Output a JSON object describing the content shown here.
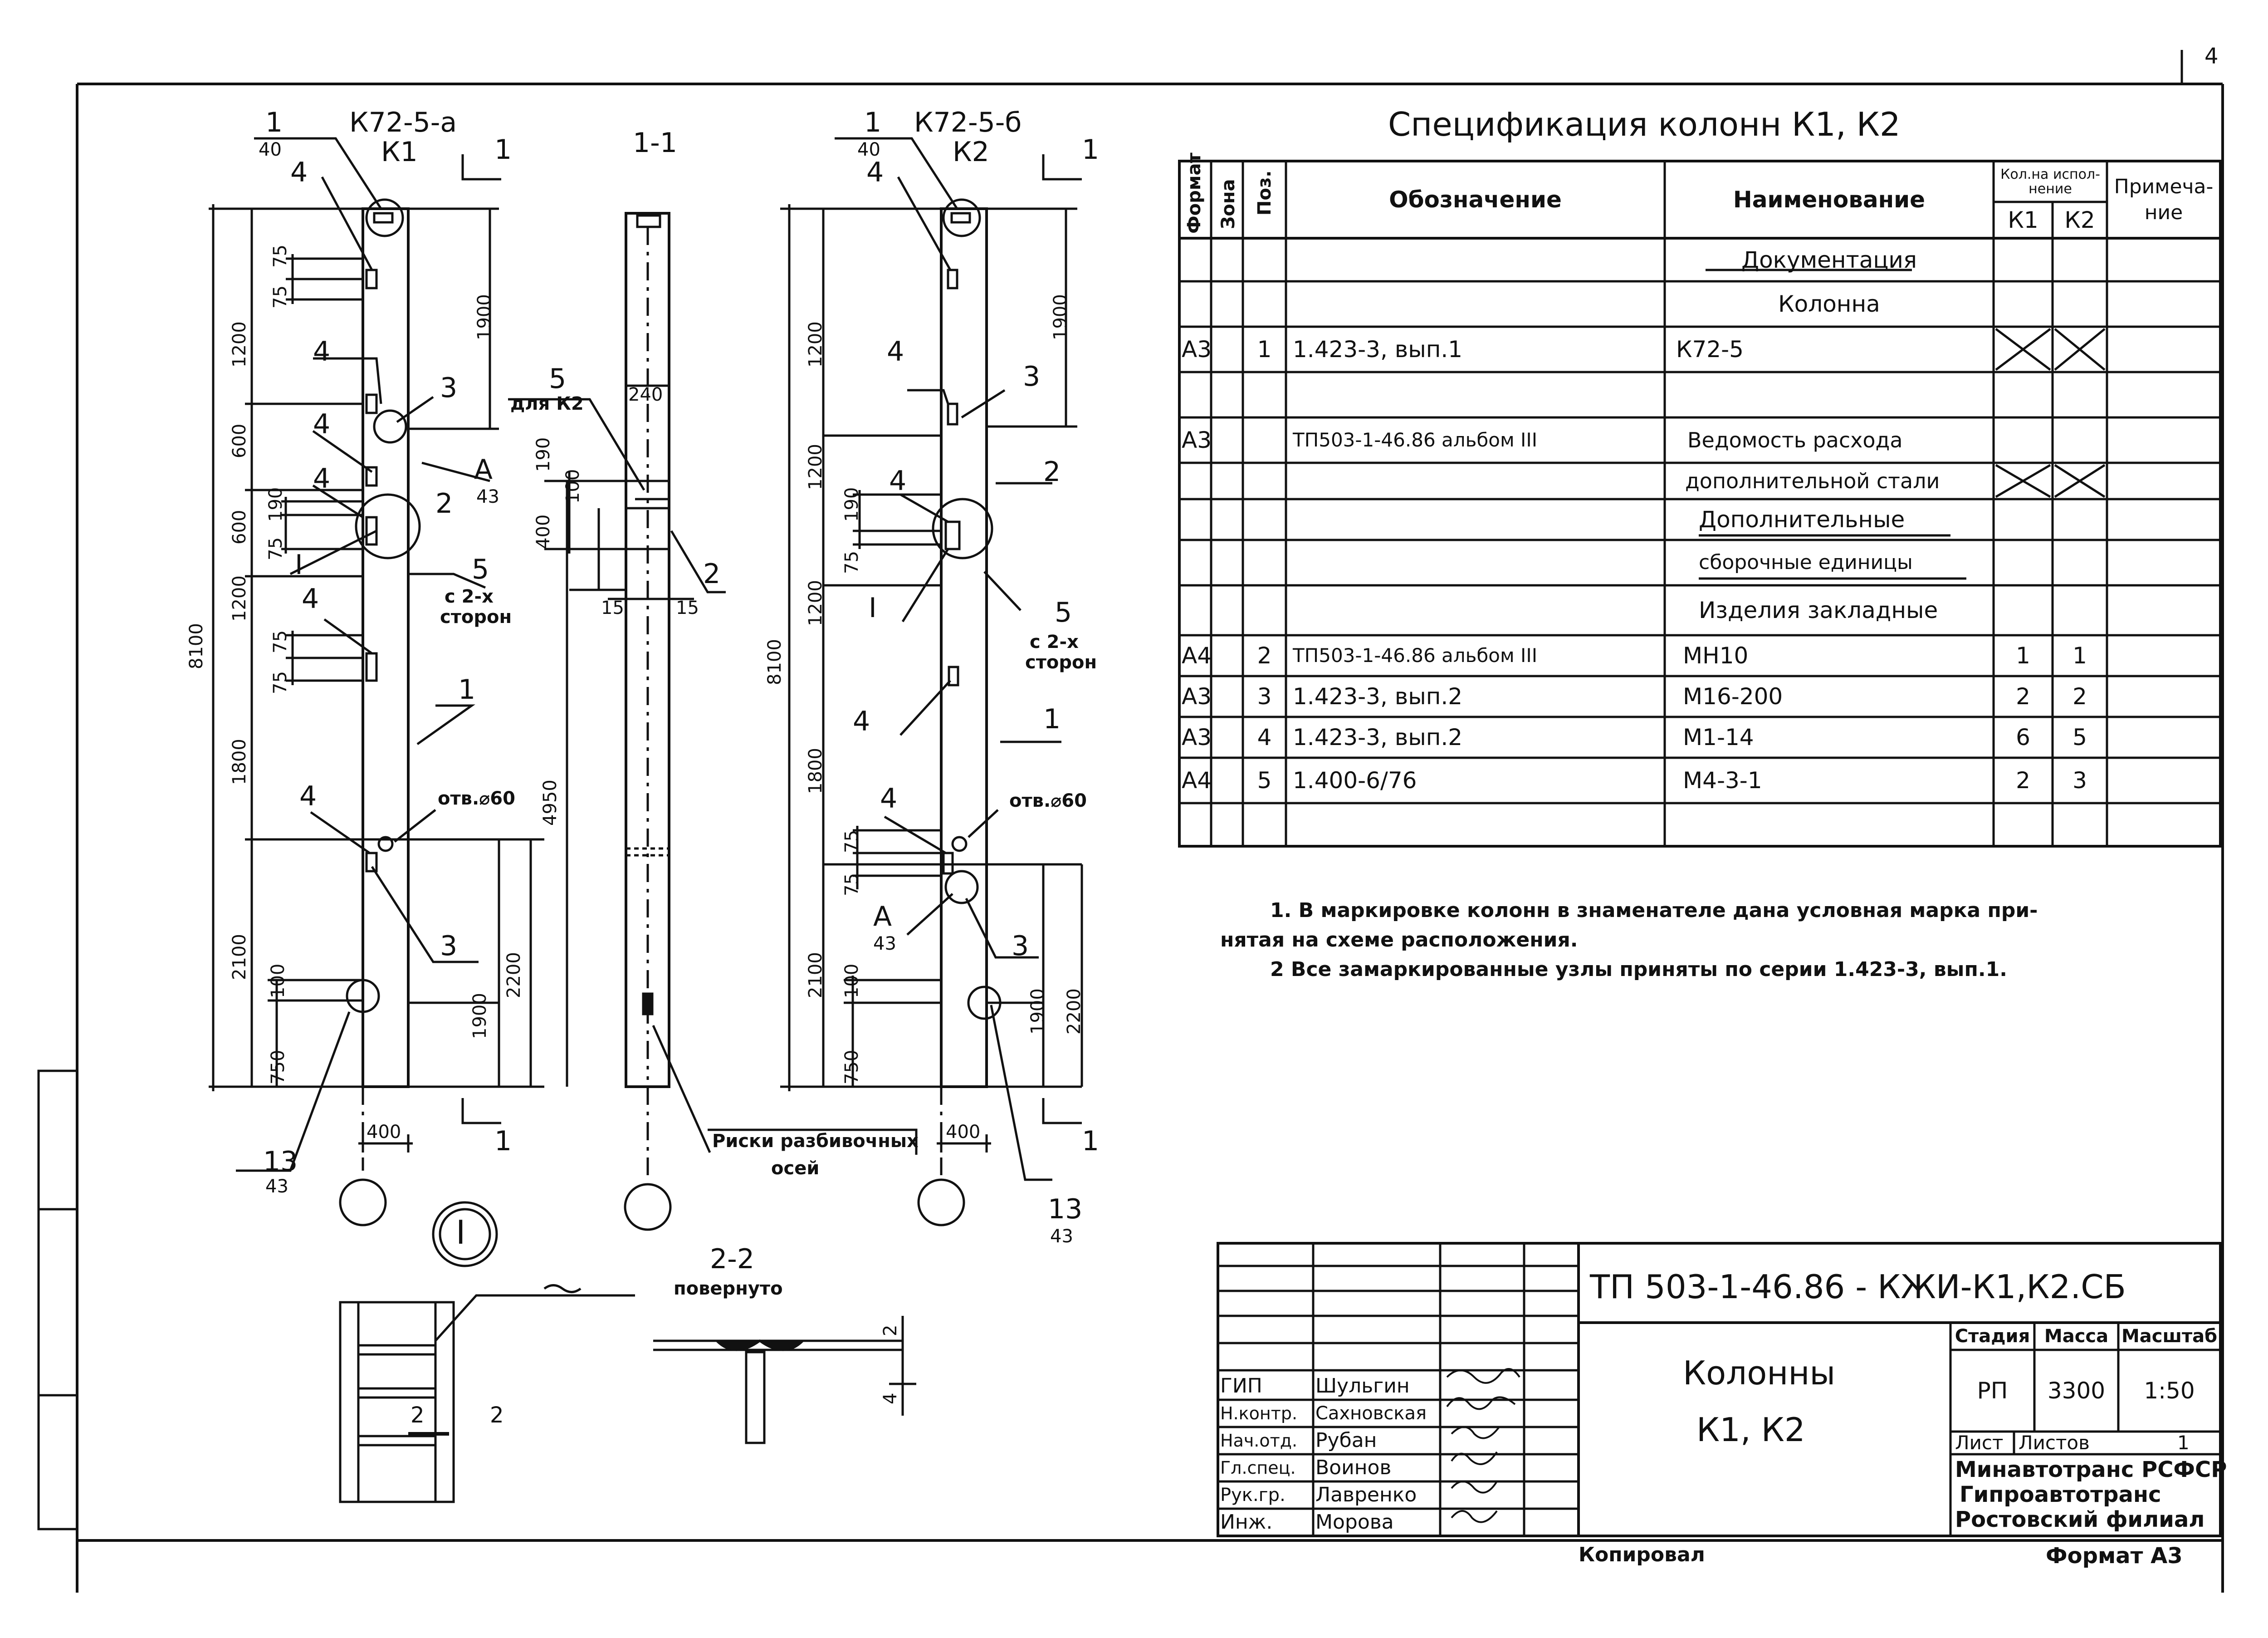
{
  "page_number": "4",
  "spec": {
    "title": "Спецификация колонн К1, К2",
    "header": {
      "format": "Формат",
      "zone": "Зона",
      "pos": "Поз.",
      "designation": "Обозначение",
      "name": "Наименование",
      "qty": "Кол.на испол- нение",
      "k1": "К1",
      "k2": "К2",
      "note": "Примеча- ние"
    },
    "rows": [
      {
        "format": "",
        "pos": "",
        "designation": "",
        "name": "Документация",
        "k1": "",
        "k2": ""
      },
      {
        "format": "",
        "pos": "",
        "designation": "",
        "name": "Колонна",
        "k1": "",
        "k2": ""
      },
      {
        "format": "А3",
        "pos": "1",
        "designation": "1.423-3, вып.1",
        "name": "К72-5",
        "k1": "",
        "k2": ""
      },
      {
        "format": "",
        "pos": "",
        "designation": "",
        "name": "",
        "k1": "",
        "k2": ""
      },
      {
        "format": "А3",
        "pos": "",
        "designation": "ТП503-1-46.86 альбом III",
        "name": "Ведомость расхода",
        "k1": "",
        "k2": ""
      },
      {
        "format": "",
        "pos": "",
        "designation": "",
        "name": "дополнительной стали",
        "k1": "",
        "k2": ""
      },
      {
        "format": "",
        "pos": "",
        "designation": "",
        "name": "Дополнительные",
        "k1": "",
        "k2": ""
      },
      {
        "format": "",
        "pos": "",
        "designation": "",
        "name": "сборочные единицы",
        "k1": "",
        "k2": ""
      },
      {
        "format": "",
        "pos": "",
        "designation": "",
        "name": "Изделия закладные",
        "k1": "",
        "k2": ""
      },
      {
        "format": "А4",
        "pos": "2",
        "designation": "ТП503-1-46.86 альбом III",
        "name": "МН10",
        "k1": "1",
        "k2": "1"
      },
      {
        "format": "А3",
        "pos": "3",
        "designation": "1.423-3, вып.2",
        "name": "М16-200",
        "k1": "2",
        "k2": "2"
      },
      {
        "format": "А3",
        "pos": "4",
        "designation": "1.423-3, вып.2",
        "name": "М1-14",
        "k1": "6",
        "k2": "5"
      },
      {
        "format": "А4",
        "pos": "5",
        "designation": "1.400-6/76",
        "name": "М4-3-1",
        "k1": "2",
        "k2": "3"
      },
      {
        "format": "",
        "pos": "",
        "designation": "",
        "name": "",
        "k1": "",
        "k2": ""
      }
    ]
  },
  "notes": [
    "1. В маркировке колонн в знаменателе дана условная марка при-",
    "нятая на схеме расположения.",
    "2 Все замаркированные узлы приняты по серии 1.423-3, вып.1."
  ],
  "drawing": {
    "k1": {
      "mark": "К72-5-а",
      "sub": "К1",
      "pos1": "1",
      "pos1_sub": "40"
    },
    "k2": {
      "mark": "К72-5-б",
      "sub": "К2",
      "pos1": "1",
      "pos1_sub": "40"
    },
    "section_1_1": "1-1",
    "section_2_2": "2-2",
    "rotated": "повернуто",
    "labels": {
      "four": "4",
      "three": "3",
      "two": "2",
      "five": "5",
      "one": "1",
      "roman_one": "I",
      "a": "А",
      "a_sub": "43",
      "thirteen": "13",
      "thirteen_sub": "43",
      "two_sides": "с 2-х",
      "sides": "сторон",
      "for_k2": "для К2",
      "hole": "отв.⌀60",
      "axes_marks": "Риски разбивочных",
      "axes": "осей"
    },
    "dims": {
      "d8100": "8100",
      "d1200": "1200",
      "d600": "600",
      "d1800": "1800",
      "d2100": "2100",
      "d1900": "1900",
      "d2200": "2200",
      "d4950": "4950",
      "d750": "750",
      "d100": "100",
      "d75": "75",
      "d190": "190",
      "d400": "400",
      "d240": "240",
      "d15": "15",
      "d2": "2",
      "d4": "4"
    }
  },
  "title_block": {
    "code": "ТП 503-1-46.86 - КЖИ-К1,К2.СБ",
    "name_line1": "Колонны",
    "name_line2": "К1, К2",
    "stage_label": "Стадия",
    "mass_label": "Масса",
    "scale_label": "Масштаб",
    "stage": "РП",
    "mass": "3300",
    "scale": "1:50",
    "sheet_label": "Лист",
    "sheets_label": "Листов",
    "sheets": "1",
    "org1": "Минавтотранс РСФСР",
    "org2": "Гипроавтотранс",
    "org3": "Ростовский филиал",
    "roles": [
      {
        "role": "ГИП",
        "name": "Шульгин"
      },
      {
        "role": "Н.контр.",
        "name": "Сахновская"
      },
      {
        "role": "Нач.отд.",
        "name": "Рубан"
      },
      {
        "role": "Гл.спец.",
        "name": "Воинов"
      },
      {
        "role": "Рук.гр.",
        "name": "Лавренко"
      },
      {
        "role": "Инж.",
        "name": "Морова"
      }
    ],
    "copied": "Копировал",
    "format": "Формат А3"
  },
  "colors": {
    "ink": "#111111",
    "paper": "#ffffff"
  }
}
